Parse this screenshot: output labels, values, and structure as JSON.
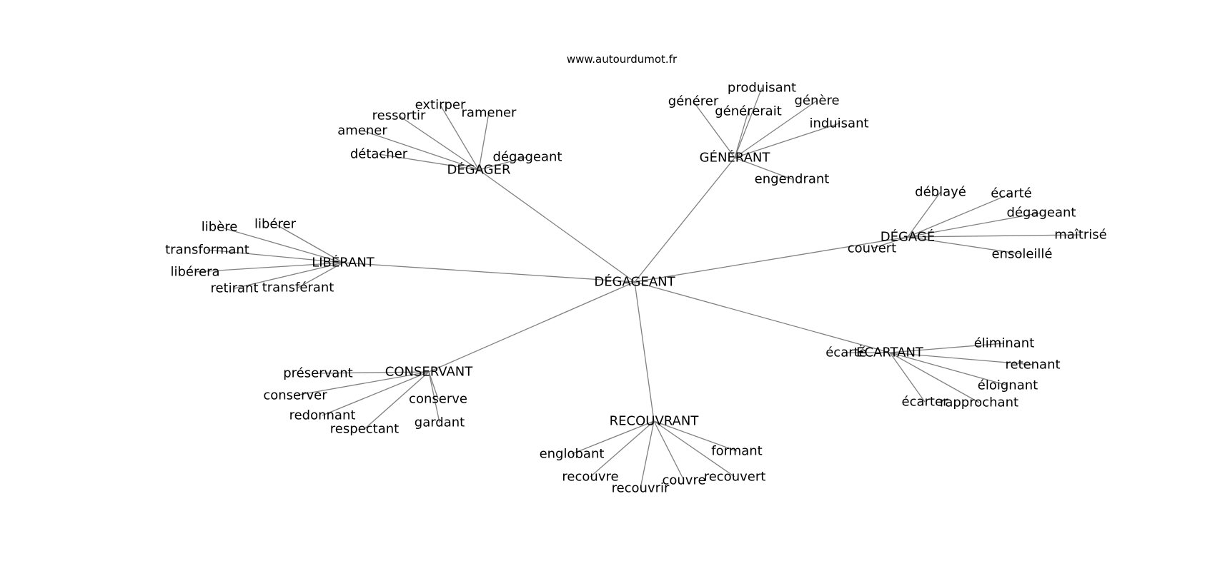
{
  "site": "www.autourdumot.fr",
  "center": {
    "label": "DÉGAGEANT"
  },
  "clusters": [
    {
      "id": "degager",
      "label": "DÉGAGER",
      "leaves": [
        "dégageant",
        "ramener",
        "extirper",
        "ressortir",
        "amener",
        "détacher"
      ]
    },
    {
      "id": "generant",
      "label": "GÉNÉRANT",
      "leaves": [
        "générer",
        "produisant",
        "générerait",
        "génère",
        "induisant",
        "engendrant"
      ]
    },
    {
      "id": "liberant",
      "label": "LIBÉRANT",
      "leaves": [
        "libérer",
        "libère",
        "transformant",
        "libérera",
        "retirant",
        "transférant"
      ]
    },
    {
      "id": "degage",
      "label": "DÉGAGÉ",
      "leaves": [
        "déblayé",
        "écarté",
        "dégageant",
        "maîtrisé",
        "ensoleillé",
        "couvert"
      ]
    },
    {
      "id": "conservant",
      "label": "CONSERVANT",
      "leaves": [
        "préservant",
        "conserver",
        "redonnant",
        "respectant",
        "conserve",
        "gardant"
      ]
    },
    {
      "id": "ecartant",
      "label": "ÉCARTANT",
      "leaves": [
        "écarté",
        "éliminant",
        "retenant",
        "éloignant",
        "rapprochant",
        "écarter"
      ]
    },
    {
      "id": "recouvrant",
      "label": "RECOUVRANT",
      "leaves": [
        "englobant",
        "recouvre",
        "recouvrir",
        "couvre",
        "recouvert",
        "formant"
      ]
    }
  ]
}
